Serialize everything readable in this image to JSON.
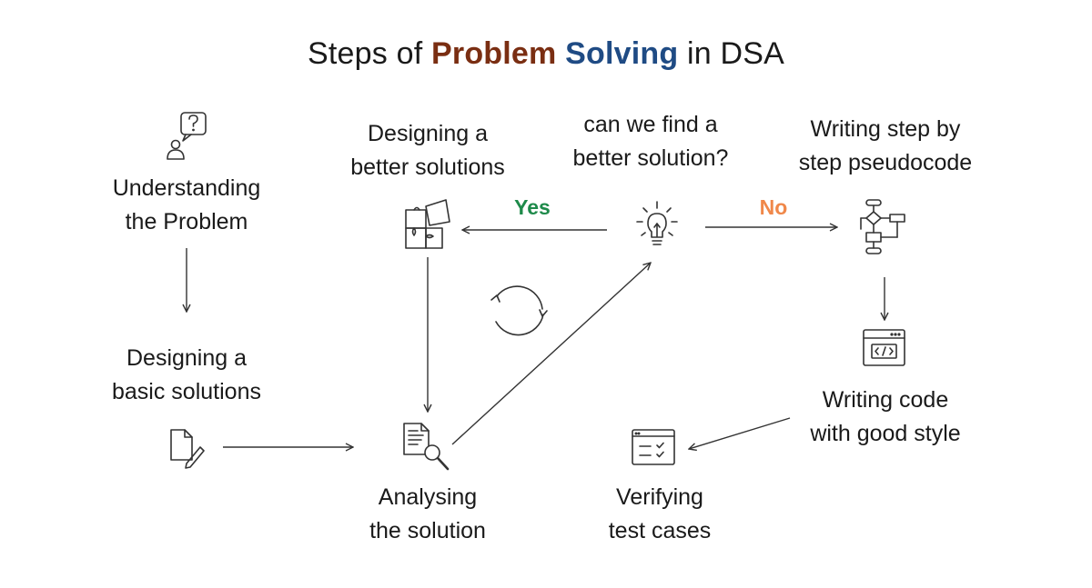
{
  "title": {
    "prefix": "Steps of ",
    "highlight1": "Problem",
    "space": " ",
    "highlight2": "Solving",
    "suffix": " in DSA"
  },
  "colors": {
    "problem": "#7a2e12",
    "solving": "#1f4b84",
    "yes": "#1e8a4a",
    "no": "#f0884a",
    "line": "#333333"
  },
  "steps": {
    "understanding": {
      "line1": "Understanding",
      "line2": "the Problem",
      "icon": "person-question-icon"
    },
    "basic": {
      "line1": "Designing a",
      "line2": "basic solutions",
      "icon": "document-pencil-icon"
    },
    "analysing": {
      "line1": "Analysing",
      "line2": "the solution",
      "icon": "document-magnifier-icon"
    },
    "better": {
      "line1": "Designing a",
      "line2": "better solutions",
      "icon": "puzzle-icon"
    },
    "question": {
      "line1": "can we find a",
      "line2": "better solution?",
      "icon": "lightbulb-icon"
    },
    "pseudocode": {
      "line1": "Writing step by",
      "line2": "step pseudocode",
      "icon": "flowchart-icon"
    },
    "code": {
      "line1": "Writing code",
      "line2": "with good style",
      "icon": "code-window-icon"
    },
    "verify": {
      "line1": "Verifying",
      "line2": "test cases",
      "icon": "checklist-window-icon"
    }
  },
  "decisions": {
    "yes": "Yes",
    "no": "No"
  },
  "cycle_icon": "refresh-cycle-icon"
}
